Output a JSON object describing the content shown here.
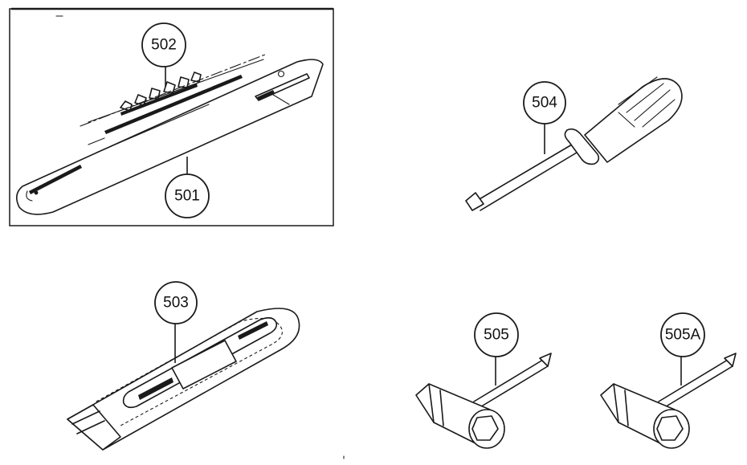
{
  "callouts": {
    "guide_bar": "501",
    "saw_chain": "502",
    "bar_cover": "503",
    "screwdriver": "504",
    "combination_wrench": "505",
    "combination_wrench_alt": "505A"
  },
  "colors": {
    "line": "#1a1a1a",
    "background": "#ffffff"
  }
}
